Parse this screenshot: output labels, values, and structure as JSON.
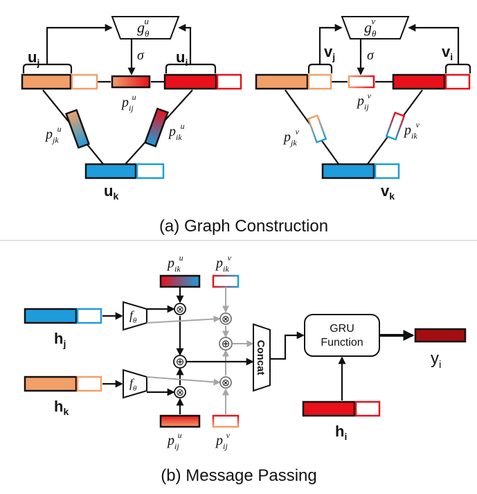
{
  "colors": {
    "orange": "#f2a068",
    "red": "#e8111b",
    "blue": "#1e9cdb",
    "dark_red": "#a30e10",
    "divider": "#d9d9d9"
  },
  "caption_a": "(a) Graph Construction",
  "caption_b": "(b) Message Passing",
  "panel_a": {
    "g_u": "g",
    "g_u_sub": "θ",
    "g_u_sup": "u",
    "g_v": "g",
    "g_v_sub": "θ",
    "g_v_sup": "v",
    "sigma": "σ",
    "u_j": "u",
    "u_j_sub": "j",
    "u_i": "u",
    "u_i_sub": "i",
    "u_k": "u",
    "u_k_sub": "k",
    "v_j": "v",
    "v_j_sub": "j",
    "v_i": "v",
    "v_i_sub": "i",
    "v_k": "v",
    "v_k_sub": "k",
    "p": "p",
    "sub_ij": "ij",
    "sub_jk": "jk",
    "sub_ik": "ik",
    "sup_u": "u",
    "sup_v": "v"
  },
  "panel_b": {
    "h_j": "h",
    "h_j_sub": "j",
    "h_k": "h",
    "h_k_sub": "k",
    "h_i": "h",
    "h_i_sub": "i",
    "f": "f",
    "f_sub": "θ",
    "otimes": "⊗",
    "oplus": "⊕",
    "concat": "Concat",
    "gru_line1": "GRU",
    "gru_line2": "Function",
    "y": "y",
    "y_sub": "i",
    "p": "p",
    "sub_ik": "ik",
    "sub_ij": "ij",
    "sup_u": "u",
    "sup_v": "v"
  }
}
